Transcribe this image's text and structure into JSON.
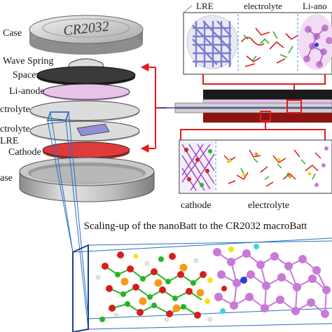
{
  "labels": {
    "case_top": "Case",
    "wave_spring": "Wave Spring",
    "spacer": "Spacer",
    "li_anode": "Li-anode",
    "electrolyte_1": "ctrolyte",
    "electrolyte_2": "ctrolyte",
    "lre": "LRE",
    "cathode": "Cathode",
    "case_bottom": "ase",
    "coin_text": "CR2032",
    "top_panel_lre": "LRE",
    "top_panel_electrolyte": "electrolyte",
    "top_panel_li_anode": "Li-ano",
    "bottom_panel_cathode": "cathode",
    "bottom_panel_electrolyte": "electrolyte",
    "caption": "Scaling-up of the nanoBatt to the CR2032 macroBatt"
  },
  "colors": {
    "arrow_red": "#e21b1b",
    "li_anode_disc": "#e7c3ea",
    "cathode_disc": "#e03a3a",
    "spacer_disc": "#3a3a3a",
    "electrolyte_disc": "#dcdcdc",
    "lre_lattice": "#7c7cd0",
    "li_atoms": "#c77ad6",
    "bond_red": "#d91c1c",
    "bond_green": "#27b327",
    "atom_orange": "#f59a1b",
    "box_blue": "#2a6fc4"
  }
}
